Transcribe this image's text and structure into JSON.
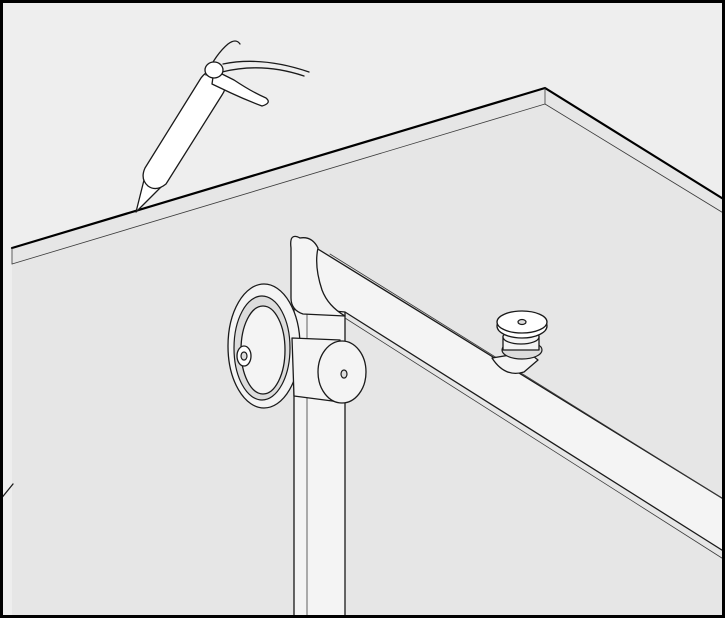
{
  "figure": {
    "kind": "assembly-instruction-illustration",
    "background_color": "#eeeeee",
    "line_color": "#1a1a1a",
    "frame_color": "#000000"
  },
  "parts": [
    {
      "id": "caulking-gun",
      "icon": "caulking-gun-icon"
    },
    {
      "id": "shower-glass-panel",
      "icon": "glass-panel-icon"
    },
    {
      "id": "support-bar",
      "icon": "support-bar-icon"
    },
    {
      "id": "wall-mount-bracket",
      "icon": "wall-flange-icon"
    },
    {
      "id": "glass-clamp",
      "icon": "glass-clamp-icon"
    }
  ]
}
